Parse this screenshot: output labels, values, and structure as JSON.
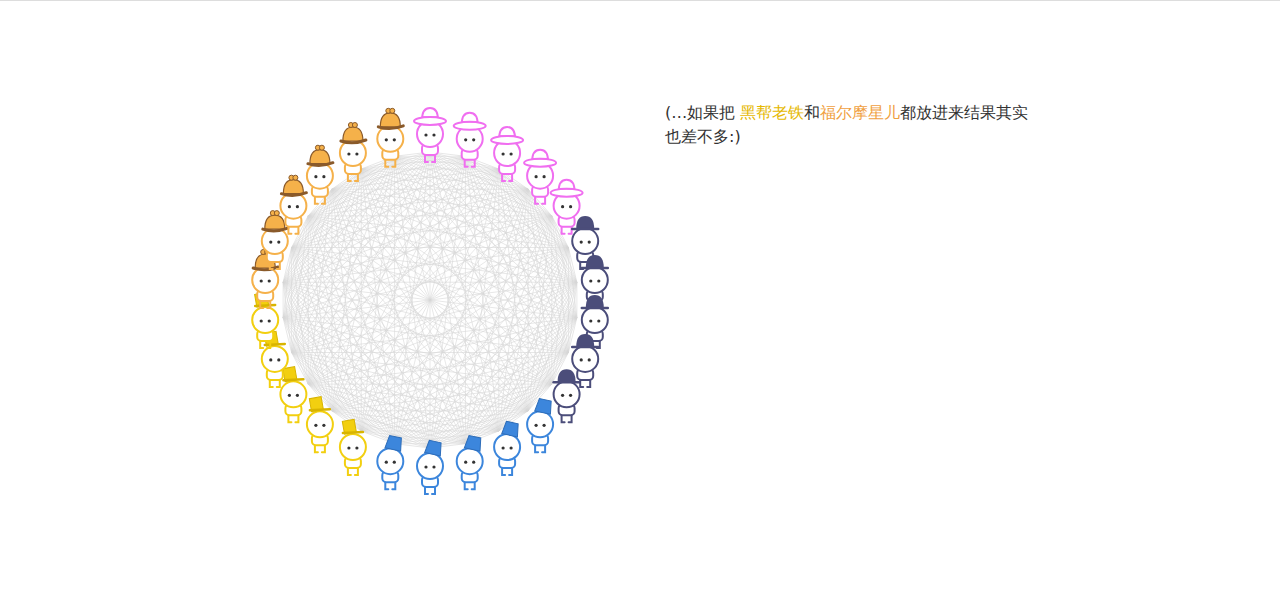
{
  "diagram": {
    "labels": [
      "(…如果把",
      "黑帮老铁",
      "和",
      "福尔摩星儿",
      "都放进来结果其实也差不多:)"
    ]
  }
}
